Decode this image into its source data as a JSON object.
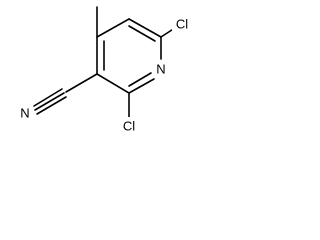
{
  "molecule": {
    "atoms": {
      "chlorine_top": "Cl",
      "chlorine_bottom": "Cl",
      "ring_nitrogen": "N",
      "nitrile_nitrogen": "N"
    }
  }
}
